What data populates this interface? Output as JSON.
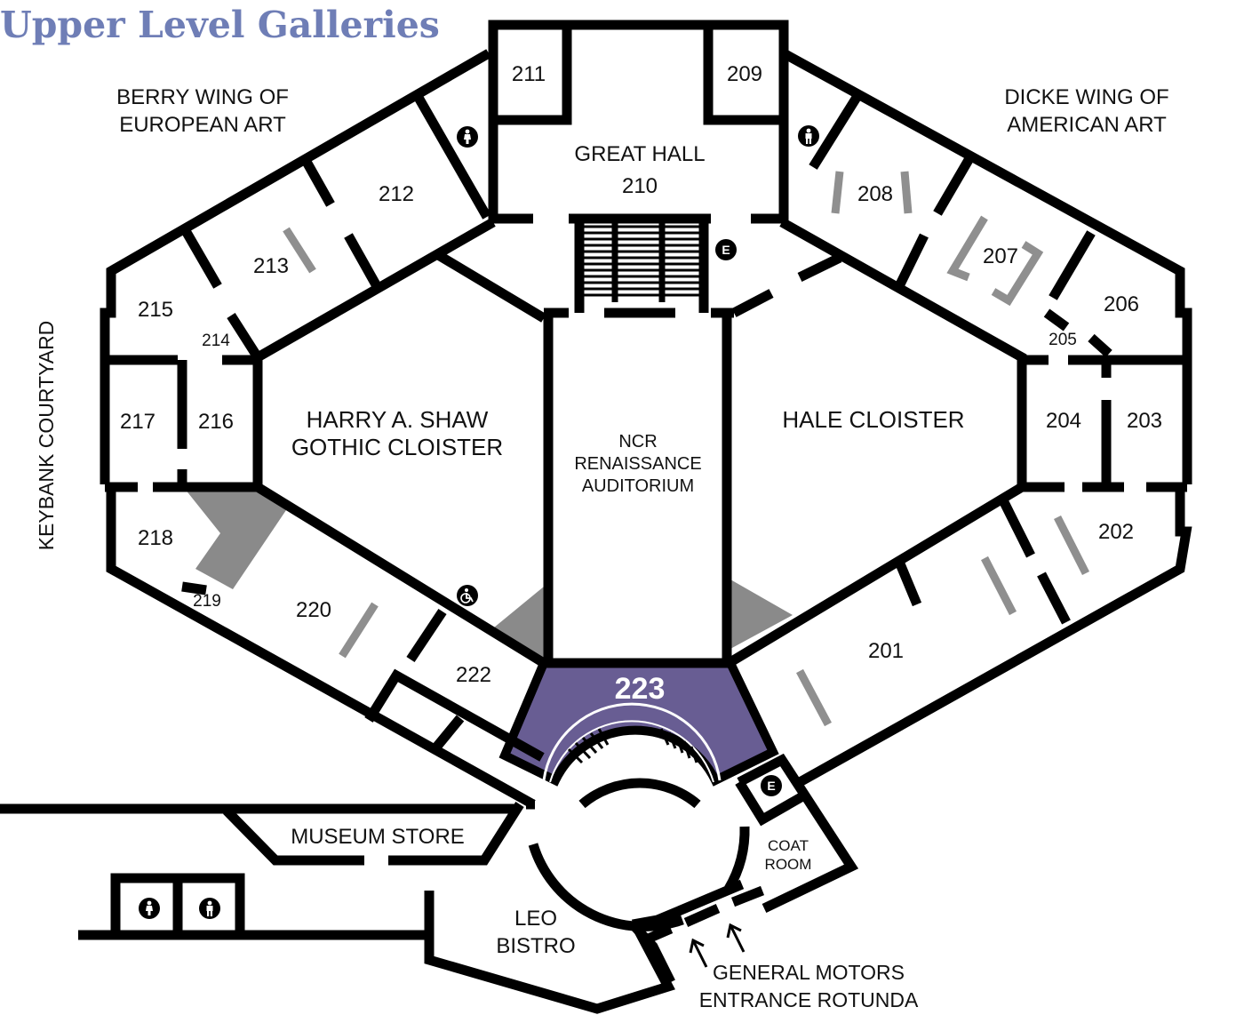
{
  "title": "Upper Level Galleries",
  "colors": {
    "title": "#6f7eb6",
    "highlight": "#685d93",
    "gray_fill": "#8a8a8a",
    "partition": "#8f8f8f",
    "wall": "#000000"
  },
  "wings": {
    "left": [
      "BERRY WING OF",
      "EUROPEAN ART"
    ],
    "right": [
      "DICKE WING OF",
      "AMERICAN ART"
    ]
  },
  "courtyard": "KEYBANK COURTYARD",
  "rooms": {
    "r201": "201",
    "r202": "202",
    "r203": "203",
    "r204": "204",
    "r205": "205",
    "r206": "206",
    "r207": "207",
    "r208": "208",
    "r209": "209",
    "r210": "210",
    "r211": "211",
    "r212": "212",
    "r213": "213",
    "r214": "214",
    "r215": "215",
    "r216": "216",
    "r217": "217",
    "r218": "218",
    "r219": "219",
    "r220": "220",
    "r222": "222",
    "r223": "223"
  },
  "named_spaces": {
    "great_hall": "GREAT HALL",
    "shaw_cloister": [
      "HARRY A. SHAW",
      "GOTHIC CLOISTER"
    ],
    "auditorium": [
      "NCR",
      "RENAISSANCE",
      "AUDITORIUM"
    ],
    "hale_cloister": "HALE CLOISTER",
    "museum_store": "MUSEUM STORE",
    "coat_room": [
      "COAT",
      "ROOM"
    ],
    "leo_bistro": [
      "LEO",
      "BISTRO"
    ],
    "entrance": [
      "GENERAL MOTORS",
      "ENTRANCE ROTUNDA"
    ]
  },
  "icons": {
    "elevator_label": "E",
    "restroom": "restroom-icon",
    "wheelchair": "wheelchair-icon",
    "elevator": "elevator-icon",
    "arrow": "arrow-up-icon"
  }
}
